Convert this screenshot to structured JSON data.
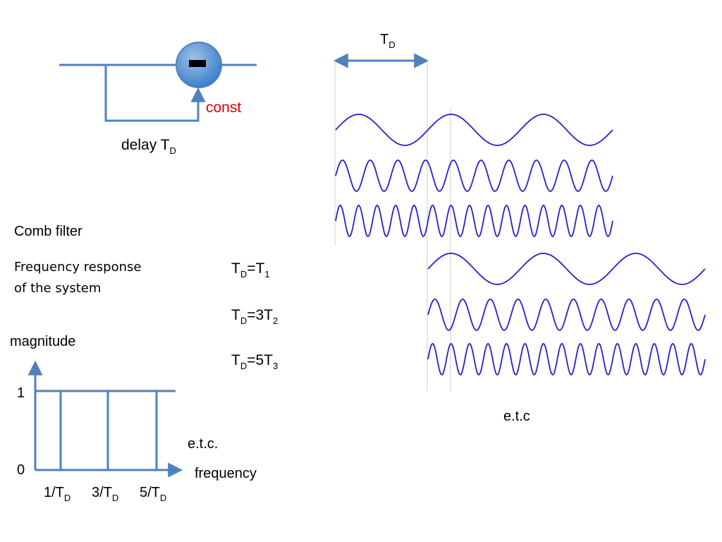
{
  "block_diagram": {
    "minus_sign": "-",
    "const_label": "const",
    "delay_label": "delay T",
    "delay_sub": "D",
    "colors": {
      "line": "#4f81bd",
      "node_fill": "#5b9bd5",
      "const": "#e00000"
    }
  },
  "titles": {
    "comb_filter": "Comb filter",
    "freq_response_line1": "Frequency response",
    "freq_response_line2": "of the system"
  },
  "equations": [
    {
      "lhs": "T",
      "lhs_sub": "D",
      "mid": "=T",
      "rhs_sub": "1"
    },
    {
      "lhs": "T",
      "lhs_sub": "D",
      "mid": "=3T",
      "rhs_sub": "2"
    },
    {
      "lhs": "T",
      "lhs_sub": "D",
      "mid": "=5T",
      "rhs_sub": "3"
    }
  ],
  "waves": {
    "period_label": "T",
    "period_sub": "D",
    "etc_label": "e.t.c",
    "color": "#2222cc",
    "top_group_cycles": [
      3,
      10,
      15
    ],
    "bottom_group_cycles": [
      3,
      10,
      15
    ]
  },
  "plot": {
    "ylabel": "magnitude",
    "xlabel": "frequency",
    "y_tick_1": "1",
    "y_tick_0": "0",
    "etc_label": "e.t.c.",
    "x_ticks": [
      {
        "pre": "1/T",
        "sub": "D"
      },
      {
        "pre": "3/T",
        "sub": "D"
      },
      {
        "pre": "5/T",
        "sub": "D"
      }
    ]
  }
}
